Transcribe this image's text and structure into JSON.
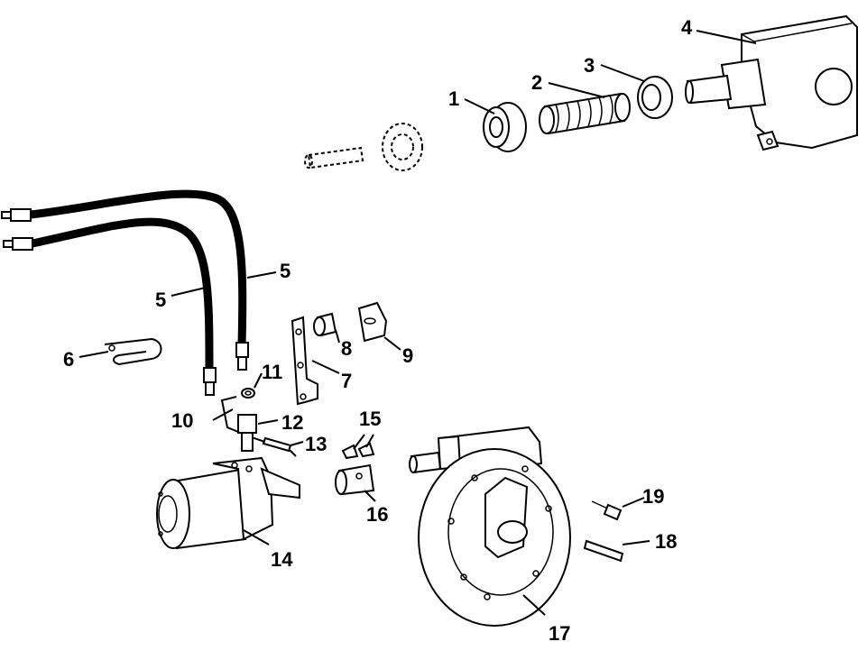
{
  "diagram": {
    "labels": {
      "p1": "1",
      "p2": "2",
      "p3": "3",
      "p4": "4",
      "p5a": "5",
      "p5b": "5",
      "p6": "6",
      "p7": "7",
      "p8": "8",
      "p9": "9",
      "p10": "10",
      "p11": "11",
      "p12": "12",
      "p13": "13",
      "p14": "14",
      "p15": "15",
      "p16": "16",
      "p17": "17",
      "p18": "18",
      "p19": "19"
    }
  }
}
